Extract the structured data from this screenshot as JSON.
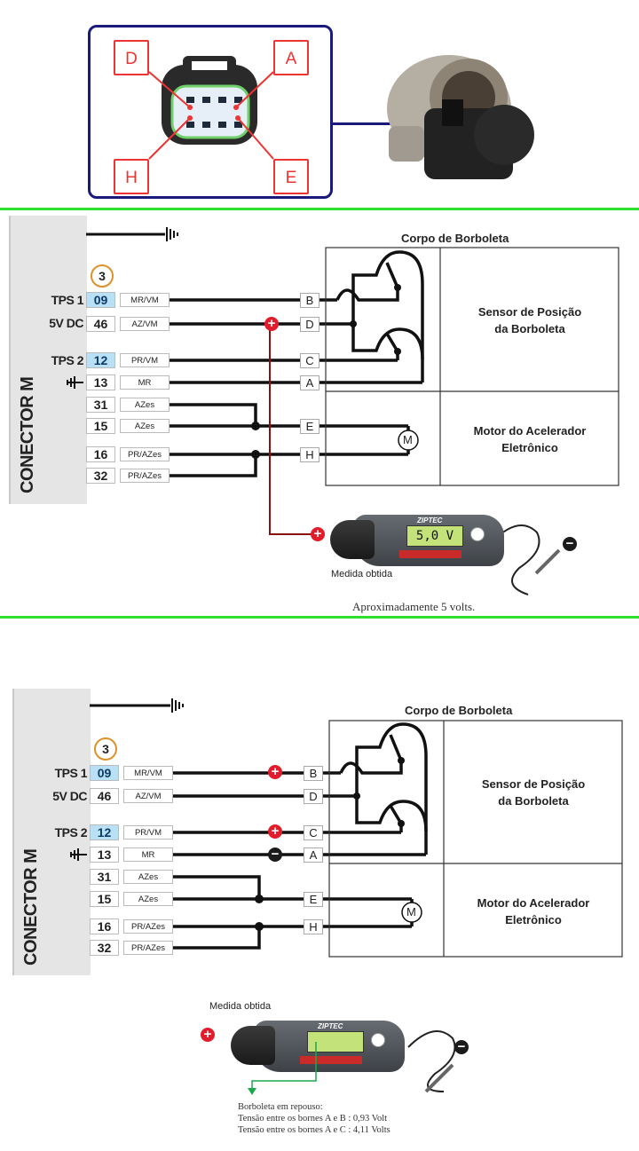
{
  "connector_view": {
    "pins": [
      "D",
      "A",
      "H",
      "E"
    ]
  },
  "diagram1": {
    "connector_title": "CONECTOR M",
    "badge": "3",
    "box_title": "Corpo de Borboleta",
    "sensor_label_line1": "Sensor de Posição",
    "sensor_label_line2": "da Borboleta",
    "motor_label_line1": "Motor do Acelerador",
    "motor_label_line2": "Eletrônico",
    "motor_symbol": "M",
    "rows": [
      {
        "signal": "TPS 1",
        "pin": "09",
        "wire": "MR/VM",
        "terminal": "B",
        "highlight": true
      },
      {
        "signal": "5V DC",
        "pin": "46",
        "wire": "AZ/VM",
        "terminal": "D",
        "highlight": false
      },
      {
        "signal": "TPS 2",
        "pin": "12",
        "wire": "PR/VM",
        "terminal": "C",
        "highlight": true
      },
      {
        "signal": "",
        "pin": "13",
        "wire": "MR",
        "terminal": "A",
        "highlight": false
      },
      {
        "signal": "",
        "pin": "31",
        "wire": "AZes",
        "terminal": "",
        "highlight": false
      },
      {
        "signal": "",
        "pin": "15",
        "wire": "AZes",
        "terminal": "E",
        "highlight": false
      },
      {
        "signal": "",
        "pin": "16",
        "wire": "PR/AZes",
        "terminal": "H",
        "highlight": false
      },
      {
        "signal": "",
        "pin": "32",
        "wire": "PR/AZes",
        "terminal": "",
        "highlight": false
      }
    ],
    "meter_reading": "5,0 V",
    "meter_brand": "ZIPTEC",
    "measure_caption": "Medida obtida",
    "result_text": "Aproximadamente 5 volts."
  },
  "diagram2": {
    "connector_title": "CONECTOR M",
    "badge": "3",
    "box_title": "Corpo de Borboleta",
    "sensor_label_line1": "Sensor de Posição",
    "sensor_label_line2": "da Borboleta",
    "motor_label_line1": "Motor do Acelerador",
    "motor_label_line2": "Eletrônico",
    "motor_symbol": "M",
    "rows": [
      {
        "signal": "TPS 1",
        "pin": "09",
        "wire": "MR/VM",
        "terminal": "B",
        "highlight": true
      },
      {
        "signal": "5V DC",
        "pin": "46",
        "wire": "AZ/VM",
        "terminal": "D",
        "highlight": false
      },
      {
        "signal": "TPS 2",
        "pin": "12",
        "wire": "PR/VM",
        "terminal": "C",
        "highlight": true
      },
      {
        "signal": "",
        "pin": "13",
        "wire": "MR",
        "terminal": "A",
        "highlight": false
      },
      {
        "signal": "",
        "pin": "31",
        "wire": "AZes",
        "terminal": "",
        "highlight": false
      },
      {
        "signal": "",
        "pin": "15",
        "wire": "AZes",
        "terminal": "E",
        "highlight": false
      },
      {
        "signal": "",
        "pin": "16",
        "wire": "PR/AZes",
        "terminal": "H",
        "highlight": false
      },
      {
        "signal": "",
        "pin": "32",
        "wire": "PR/AZes",
        "terminal": "",
        "highlight": false
      }
    ],
    "meter_reading": "",
    "meter_brand": "ZIPTEC",
    "measure_caption": "Medida obtida",
    "result_line1": "Borboleta em repouso:",
    "result_line2": "Tensão entre os bornes A e B : 0,93 Volt",
    "result_line3": "Tensão entre os bornes A e C : 4,11 Volts"
  },
  "symbols": {
    "plus": "+",
    "minus": "−"
  },
  "colors": {
    "accent_green": "#2fe02f",
    "probe_red": "#e21c2a",
    "highlight_blue": "#b9e0f5",
    "frame_navy": "#1a1a7a"
  }
}
